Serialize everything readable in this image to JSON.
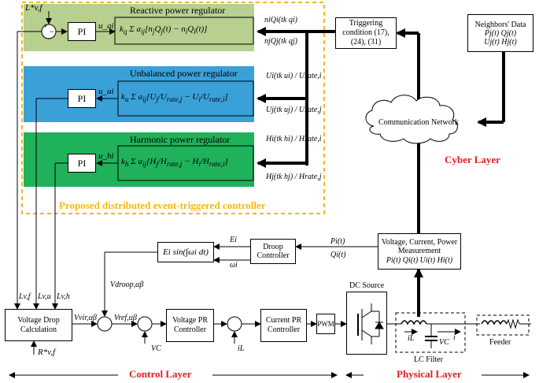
{
  "regulators": {
    "reactive": {
      "title": "Reactive power regulator",
      "color": "#b7cf8f",
      "pi": "PI",
      "u": "u_qi"
    },
    "unbalanced": {
      "title": "Unbalanced power regulator",
      "color": "#3aa1d8",
      "pi": "PI",
      "u": "u_ui"
    },
    "harmonic": {
      "title": "Harmonic power regulator",
      "color": "#1fb25a",
      "pi": "PI",
      "u": "u_hi"
    },
    "frame_color": "#f2b81b"
  },
  "labels": {
    "lvf_star": "L*v,f",
    "controller_title": "Proposed distributed event-triggered controller",
    "triggering": "Triggering condition (17), (24), (31)",
    "neighbors_title": "Neighbors' Data",
    "neighbors_row1": "Pj(t)   Qj(t)",
    "neighbors_row2": "Uj(t)   Hj(t)",
    "comm_network": "Communication Network",
    "cyber_layer": "Cyber Layer",
    "niqi": "niQi(tk qi)",
    "njqj": "njQj(tk qj)",
    "ui_rate": "Ui(tk ui) / Urate,i",
    "uj_rate": "Uj(tk uj) / Urate,j",
    "hi_rate": "Hi(tk hi) / Hrate,i",
    "hj_rate": "Hj(tk hj) / Hrate,j",
    "measurement": "Voltage, Current, Power Measurement",
    "meas_vars": "Pi(t)  Qi(t)  Ui(t)  Hi(t)",
    "pi_t": "Pi(t)",
    "qi_t": "Qi(t)",
    "droop": "Droop Controller",
    "ei": "Ei",
    "omega_i": "ωi",
    "esin": "Ei sin(∫ωi dt)",
    "vdroop": "Vdroop,αβ",
    "vdc": "Voltage Drop Calculation",
    "lvf": "Lv,f",
    "lvu": "Lv,u",
    "lvh": "Lv,h",
    "rvf_star": "R*v,f",
    "vvir": "Vvir,αβ",
    "vref": "Vref,αβ",
    "vc": "VC",
    "il": "iL",
    "voltage_pr": "Voltage PR Controller",
    "current_pr": "Current PR Controller",
    "pwm": "PWM",
    "dc_source": "DC Source",
    "lc_filter": "LC Filter",
    "feeder": "Feeder",
    "filter_il": "iL",
    "filter_vc": "VC",
    "filter_i": "i",
    "control_layer": "Control Layer",
    "physical_layer": "Physical Layer",
    "plus": "+",
    "minus": "−"
  }
}
